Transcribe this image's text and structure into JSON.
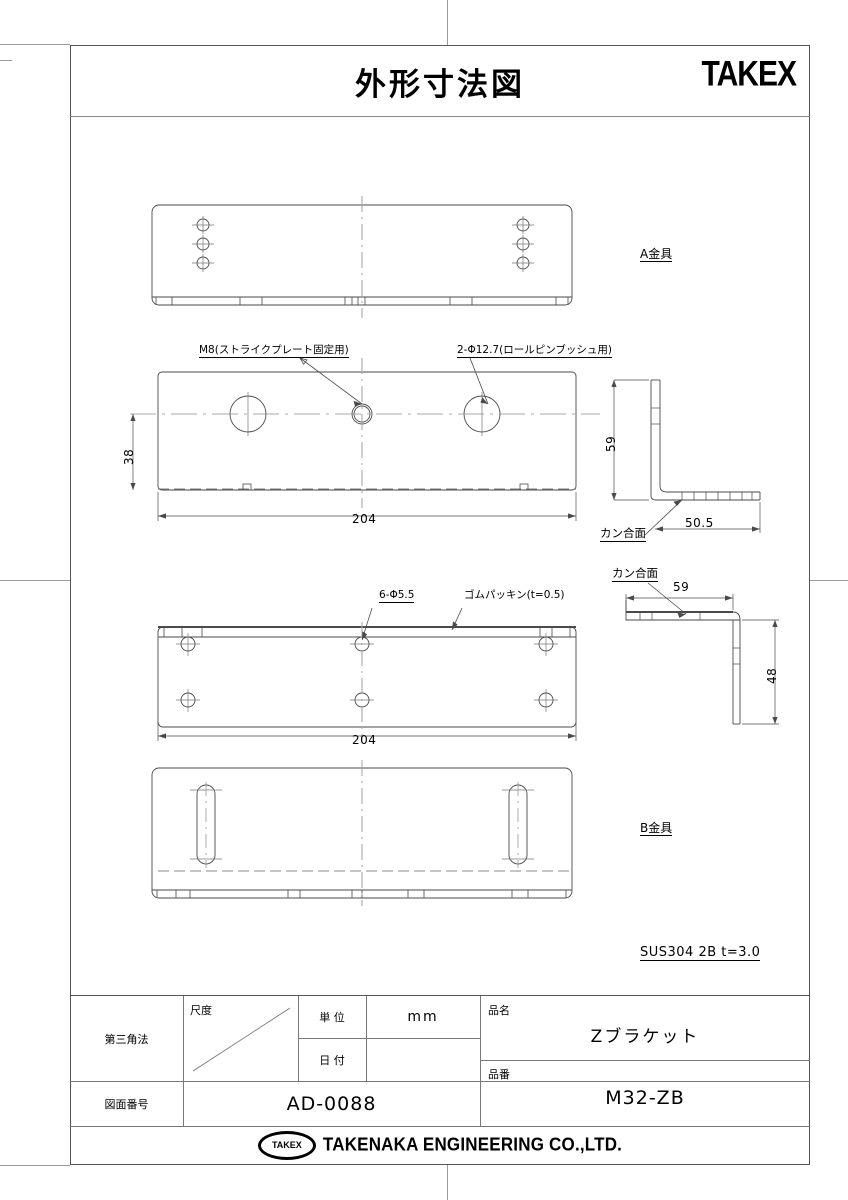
{
  "header": {
    "title": "外形寸法図",
    "logo": "TAKEX"
  },
  "views": {
    "a_top": {
      "part_label": "A金具"
    },
    "a_front": {
      "callout_m8": "M8(ストライクプレート固定用)",
      "callout_pin": "2-Φ12.7(ロールピンブッシュ用)",
      "dim_width": "204",
      "dim_height": "38"
    },
    "a_side": {
      "dim_height": "59",
      "dim_depth": "50.5",
      "mating_face": "カン合面"
    },
    "b_front": {
      "callout_holes": "6-Φ5.5",
      "callout_gasket": "ゴムパッキン(t=0.5)",
      "dim_width": "204"
    },
    "b_side": {
      "mating_face": "カン合面",
      "dim_width": "59",
      "dim_height": "48"
    },
    "b_bottom": {
      "part_label": "B金具"
    },
    "material": "SUS304 2B t=3.0"
  },
  "title_block": {
    "projection_label": "第三角法",
    "scale_label": "尺度",
    "scale_value": "",
    "unit_label": "単 位",
    "unit_value": "mm",
    "date_label": "日 付",
    "date_value": "",
    "drawing_no_label": "図面番号",
    "drawing_no_value": "AD-0088",
    "product_name_label": "品名",
    "product_name_value": "Zブラケット",
    "part_no_label": "品番",
    "part_no_value": "M32-ZB",
    "company_mark": "TAKEX",
    "company_name": "TAKENAKA ENGINEERING CO.,LTD."
  },
  "colors": {
    "line": "#555555",
    "draw": "#4a4a4a",
    "center": "#9a9a9a"
  }
}
